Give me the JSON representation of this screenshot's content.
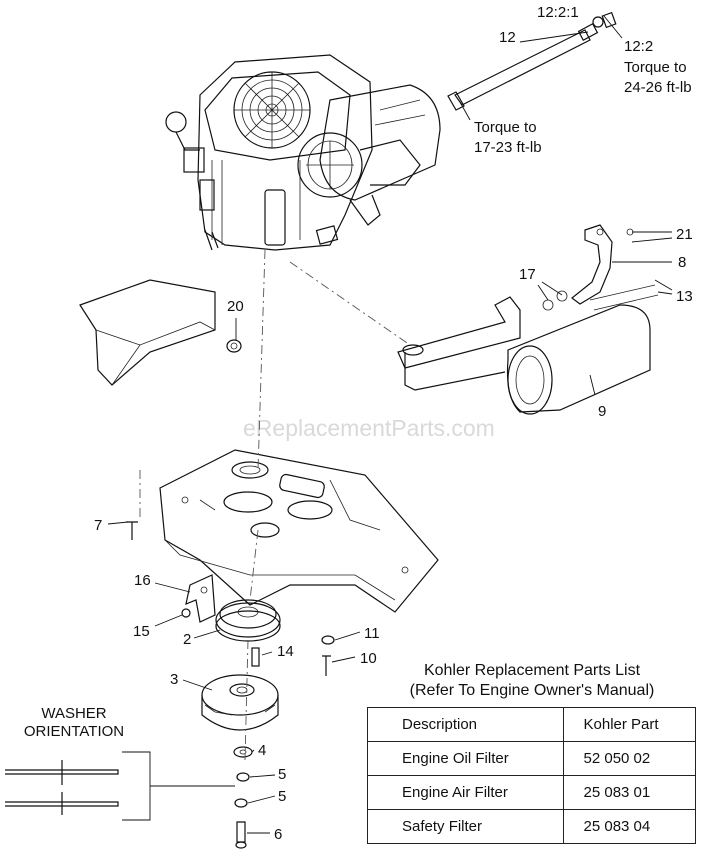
{
  "watermark": "eReplacementParts.com",
  "callouts": {
    "c12_2_1": "12:2:1",
    "c12": "12",
    "c12_2": "12:2",
    "torque_a1": "Torque to",
    "torque_a2": "24-26 ft-lb",
    "torque_b1": "Torque to",
    "torque_b2": "17-23 ft-lb",
    "c21": "21",
    "c8": "8",
    "c17": "17",
    "c13": "13",
    "c20": "20",
    "c9": "9",
    "c7": "7",
    "c16": "16",
    "c15": "15",
    "c2": "2",
    "c11": "11",
    "c14": "14",
    "c10": "10",
    "c3": "3",
    "c4": "4",
    "c5a": "5",
    "c5b": "5",
    "c6": "6"
  },
  "washer": {
    "line1": "WASHER",
    "line2": "ORIENTATION"
  },
  "parts_list": {
    "title_line1": "Kohler Replacement Parts List",
    "title_line2": "(Refer To Engine Owner's Manual)",
    "headers": [
      "Description",
      "Kohler Part"
    ],
    "rows": [
      [
        "Engine Oil Filter",
        "52 050 02"
      ],
      [
        "Engine Air Filter",
        "25 083 01"
      ],
      [
        "Safety Filter",
        "25 083 04"
      ]
    ]
  }
}
